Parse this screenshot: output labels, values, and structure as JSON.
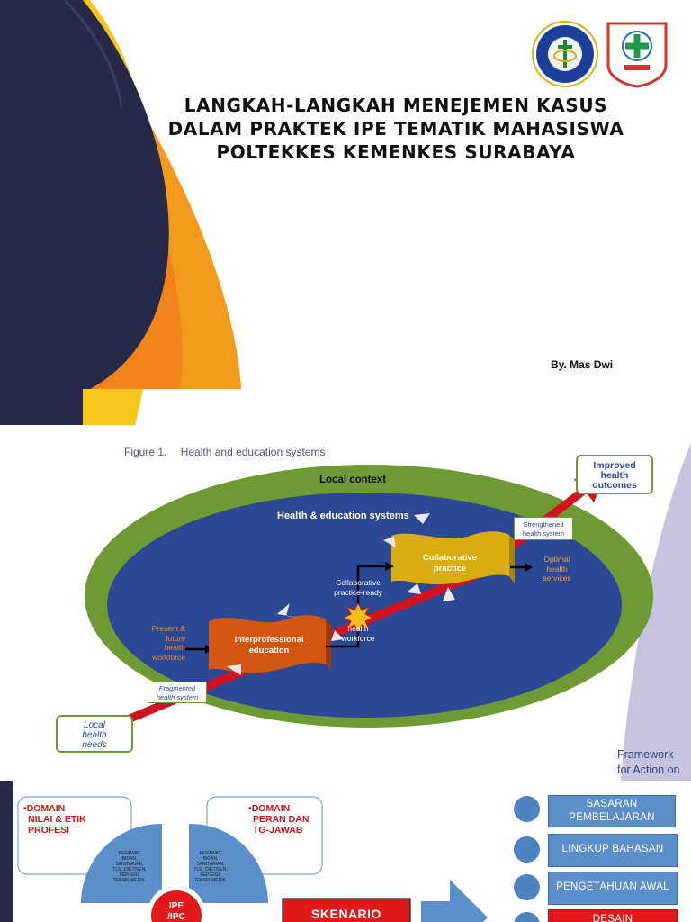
{
  "slide1": {
    "title_lines": [
      "LANGKAH-LANGKAH MENEJEMEN KASUS",
      "DALAM PRAKTEK IPE TEMATIK MAHASISWA",
      "POLTEKKES KEMENKES SURABAYA"
    ],
    "byline": "By. Mas Dwi",
    "logos": [
      "ministry-of-health-seal",
      "poltekkes-surabaya-logo"
    ],
    "colors": {
      "navy": "#262948",
      "orange": "#f5a31a",
      "yellow": "#f8c51b",
      "deep_orange": "#ef7f1a"
    }
  },
  "slide2": {
    "figure_label": "Figure 1.",
    "figure_title": "Health and education systems",
    "outer_label": "Local context",
    "inner_label": "Health & education systems",
    "box_education": [
      "Interprofessional",
      "education"
    ],
    "box_practice": [
      "Collaborative",
      "practice"
    ],
    "present_future": [
      "Present &",
      "future",
      "health",
      "workforce"
    ],
    "ready_label": [
      "Collaborative",
      "practice-ready"
    ],
    "health_workforce": [
      "health",
      "workforce"
    ],
    "optimal": [
      "Optimal",
      "health",
      "services"
    ],
    "fragmented": [
      "Fragmented",
      "health system"
    ],
    "strengthened": [
      "Strengthened",
      "health system"
    ],
    "local_needs": [
      "Local",
      "health",
      "needs"
    ],
    "improved": [
      "Improved",
      "health",
      "outcomes"
    ],
    "framework": [
      "Framework",
      "for Action on"
    ],
    "colors": {
      "green_ring": "#6e9a34",
      "blue": "#2d4797",
      "orange_box": "#d2560f",
      "gold_box": "#d9ad10",
      "arrow_red": "#d0131e"
    }
  },
  "slide3": {
    "domain_left": [
      "DOMAIN",
      "NILAI & ETIK",
      "PROFESI"
    ],
    "domain_right": [
      "DOMAIN",
      "PERAN DAN",
      "TG-JAWAB"
    ],
    "prof_list_left": [
      "PERAWAT,",
      "BIDAN,",
      "SANITARIAN,",
      "TLM, DIETISEN,",
      "KEP.GIGI,",
      "TEKNIK MEDIK."
    ],
    "prof_list_right": [
      "PERAWAT,",
      "BIDAN,",
      "SANITARIAN,",
      "TLM, DIETISEN,",
      "KEP.GIGI,",
      "TEKNIK MEDIK."
    ],
    "ipe_label": [
      "IPE",
      "/IPC"
    ],
    "skenario": "SKENARIO",
    "right_items": [
      "SASARAN PEMBELAJARAN",
      "LINGKUP BAHASAN",
      "PENGETAHUAN AWAL",
      "DESAIN"
    ]
  }
}
